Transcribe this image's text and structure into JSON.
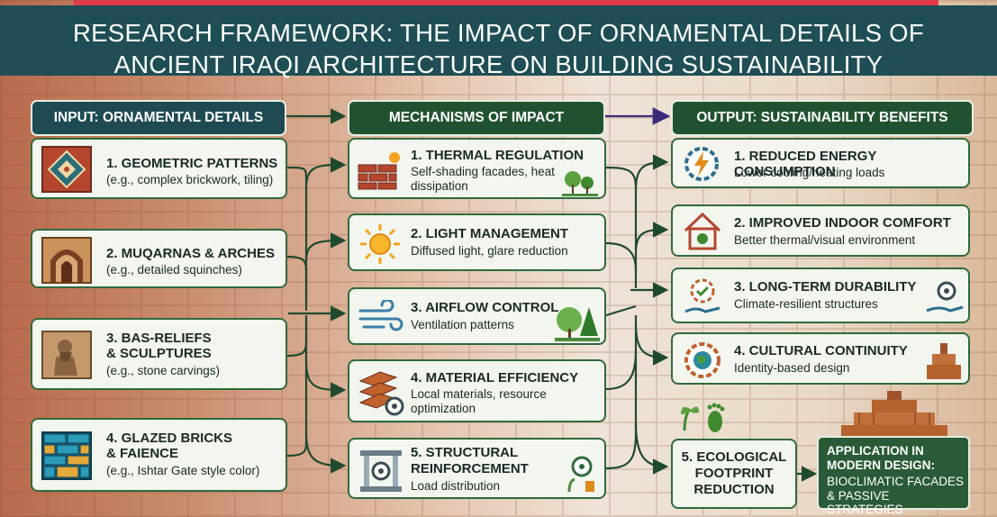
{
  "title": {
    "line1": "RESEARCH FRAMEWORK: THE IMPACT OF ORNAMENTAL DETAILS OF",
    "line2": "ANCIENT IRAQI ARCHITECTURE ON BUILDING SUSTAINABILITY"
  },
  "columns": {
    "input": "INPUT: ORNAMENTAL DETAILS",
    "mechanisms": "MECHANISMS OF IMPACT",
    "output": "OUTPUT: SUSTAINABILITY BENEFITS"
  },
  "inputs": [
    {
      "title": "1. GEOMETRIC PATTERNS",
      "sub": "(e.g., complex brickwork, tiling)",
      "icon": "geometric-tile-icon"
    },
    {
      "title": "2. MUQARNAS & ARCHES",
      "sub": "(e.g., detailed squinches)",
      "icon": "arch-icon"
    },
    {
      "title1": "3. BAS-RELIEFS",
      "title2": "& SCULPTURES",
      "sub": "(e.g., stone carvings)",
      "icon": "relief-carving-icon"
    },
    {
      "title1": "4. GLAZED BRICKS",
      "title2": "& FAIENCE",
      "sub": "(e.g., Ishtar Gate style color)",
      "icon": "glazed-brick-icon"
    }
  ],
  "mechanisms": [
    {
      "title": "1. THERMAL REGULATION",
      "sub1": "Self-shading facades, heat",
      "sub2": "dissipation",
      "icon": "sun-brick-icon"
    },
    {
      "title": "2. LIGHT MANAGEMENT",
      "sub1": "Diffused light, glare reduction",
      "icon": "sun-icon"
    },
    {
      "title": "3. AIRFLOW CONTROL",
      "sub1": "Ventilation patterns",
      "icon": "wind-icon"
    },
    {
      "title": "4. MATERIAL EFFICIENCY",
      "sub1": "Local materials, resource",
      "sub2": "optimization",
      "icon": "materials-gear-icon"
    },
    {
      "title1": "5. STRUCTURAL",
      "title2": "REINFORCEMENT",
      "sub1": "Load distribution",
      "icon": "pillar-gear-icon"
    }
  ],
  "outputs": [
    {
      "title": "1. REDUCED ENERGY CONSUMPTION",
      "sub": "Lower cooling/heating loads",
      "icon": "energy-gear-icon"
    },
    {
      "title": "2. IMPROVED INDOOR COMFORT",
      "sub": "Better thermal/visual environment",
      "icon": "house-icon"
    },
    {
      "title": "3. LONG-TERM DURABILITY",
      "sub": "Climate-resilient structures",
      "icon": "hand-gear-icon"
    },
    {
      "title": "4. CULTURAL CONTINUITY",
      "sub": "Identity-based design",
      "icon": "globe-gear-icon"
    },
    {
      "title1": "5. ECOLOGICAL",
      "title2": "FOOTPRINT",
      "title3": "REDUCTION",
      "icon": "footprint-sprout-icon"
    }
  ],
  "application": {
    "line1": "APPLICATION IN",
    "line2": "MODERN DESIGN:",
    "line3": "BIOCLIMATIC FACADES",
    "line4": "& PASSIVE STRATEGIES",
    "icon": "ziggurat-icon"
  },
  "colors": {
    "header": "#1f4e55",
    "green": "#21522f",
    "border": "#2f6a3c",
    "accent_red": "#e03a4c",
    "arrow_purple": "#3b2a7a"
  }
}
